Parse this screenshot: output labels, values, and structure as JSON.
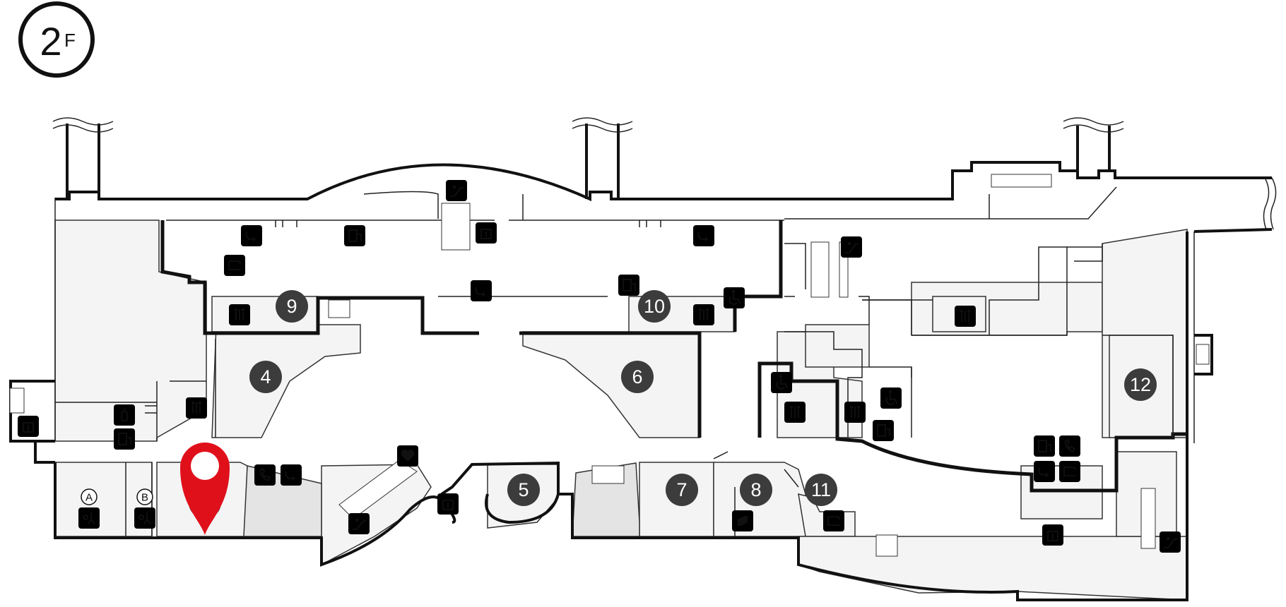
{
  "floor": {
    "number": "2",
    "suffix": "F"
  },
  "areas": [
    {
      "id": "4",
      "label": "4"
    },
    {
      "id": "5",
      "label": "5"
    },
    {
      "id": "6",
      "label": "6"
    },
    {
      "id": "7",
      "label": "7"
    },
    {
      "id": "8",
      "label": "8"
    },
    {
      "id": "9",
      "label": "9"
    },
    {
      "id": "10",
      "label": "10"
    },
    {
      "id": "11",
      "label": "11"
    },
    {
      "id": "12",
      "label": "12"
    }
  ],
  "seats": [
    {
      "id": "A",
      "label": "A"
    },
    {
      "id": "B",
      "label": "B"
    }
  ],
  "marker": {
    "type": "current-location",
    "color": "#e0101b"
  },
  "icons": {
    "elevator": "elevator-icon",
    "escalator": "escalator-icon",
    "restroom": "restroom-icon",
    "accessible_restroom": "accessible-restroom-icon",
    "charging": "charging-icon",
    "vending": "vending-machine-icon",
    "phone": "phone-icon",
    "smoking": "smoking-room-icon",
    "nursing": "nursing-room-icon",
    "aed": "aed-icon",
    "shop": "shop-icon",
    "massage_chair": "massage-chair-icon"
  },
  "colors": {
    "wall": "#111111",
    "zone_light": "#f4f4f4",
    "zone_gray": "#e4e4e4",
    "badge": "#3c3c3c",
    "marker": "#e0101b"
  }
}
